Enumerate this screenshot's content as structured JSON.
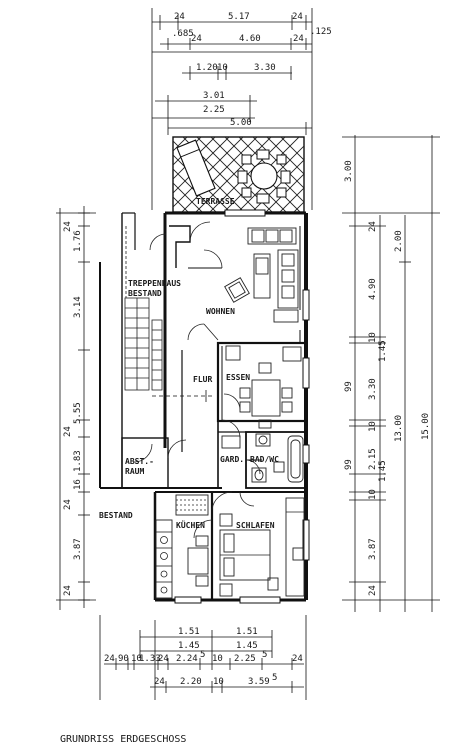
{
  "caption": "GRUNDRISS ERDGESCHOSS",
  "rooms": {
    "terrasse": "TERRASSE",
    "treppenhaus": "TREPPENHAUS",
    "treppenhaus_2": "BESTAND",
    "wohnen": "WOHNEN",
    "flur": "FLUR",
    "essen": "ESSEN",
    "abstell": "ABST.-",
    "abstell_2": "RAUM",
    "gard": "GARD.",
    "bad_wc": "BAD/WC",
    "bestand": "BESTAND",
    "kuechen": "KÜCHEN",
    "schlafen": "SCHLAFEN"
  },
  "dims_top": {
    "r1": [
      "24",
      "5.17",
      "24"
    ],
    "r2": [
      ".685",
      "24",
      "4.60",
      "24",
      ".125"
    ],
    "r3": [
      "1.20",
      "10",
      "3.30"
    ],
    "r4": [
      "3.01"
    ],
    "r5": [
      "2.25"
    ],
    "r6": [
      "5.00"
    ]
  },
  "dims_left": [
    "24",
    "1.76",
    "3.14",
    "5.55",
    "24",
    "1.83",
    "16",
    "24",
    "3.87",
    "24"
  ],
  "dims_right_a": [
    "3.00",
    "24",
    "4.90",
    "10",
    "3.30",
    "10",
    "2.15",
    "10",
    "3.87",
    "24"
  ],
  "dims_right_b": [
    "1.45",
    "99",
    "99",
    "1.45"
  ],
  "dims_right_c": [
    "2.00",
    "13.00"
  ],
  "dims_right_d": [
    "15.00"
  ],
  "dims_bottom": {
    "r1": [
      "1.51",
      "1.51"
    ],
    "r2": [
      "1.45",
      "1.45"
    ],
    "r3": [
      "24",
      "90",
      "10",
      "1.33",
      "24",
      "2.24",
      "5",
      "10",
      "2.25",
      "5",
      "24"
    ],
    "r4": [
      "24",
      "2.20",
      "10",
      "3.59",
      "5"
    ]
  }
}
